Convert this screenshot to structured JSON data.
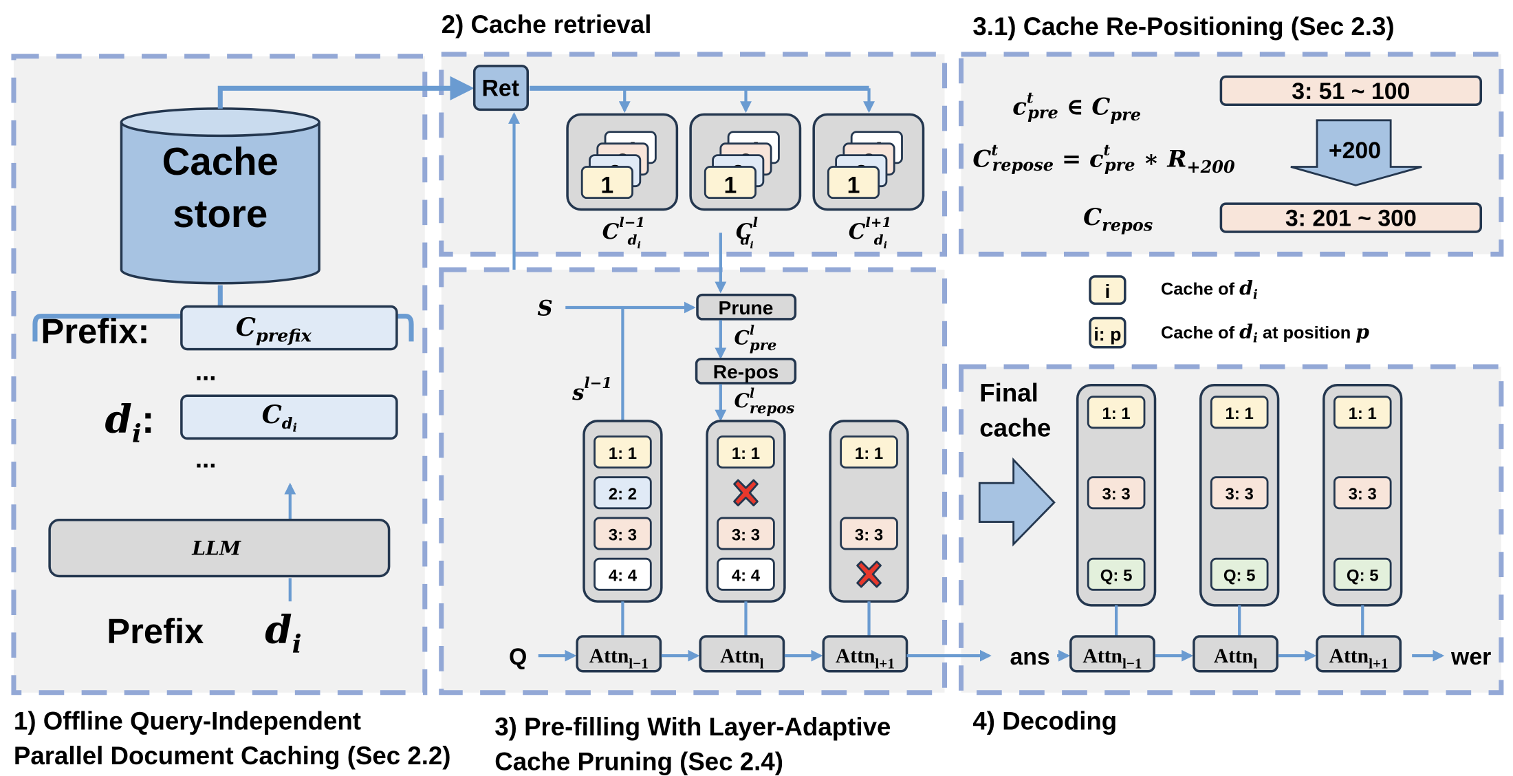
{
  "panels": {
    "offline": {
      "caption_line1": "1) Offline Query-Independent",
      "caption_line2": "Parallel Document Caching (Sec 2.2)",
      "cache_store_line1": "Cache",
      "cache_store_line2": "store",
      "prefix_label": "Prefix:",
      "prefix_cache": "C",
      "prefix_cache_sub": "prefix",
      "ellipsis": "...",
      "doc_label": "d",
      "doc_label_sub": "i",
      "doc_label_colon": ":",
      "doc_cache": "C",
      "doc_cache_sub": "d",
      "doc_cache_subsub": "i",
      "llm_label": "LLM",
      "input_prefix": "Prefix",
      "input_doc": "d",
      "input_doc_sub": "i"
    },
    "retrieval": {
      "caption": "2) Cache retrieval",
      "ret_label": "Ret",
      "stack_numbers": [
        "4",
        "3",
        "2",
        "1"
      ],
      "layers": [
        {
          "name": "C",
          "sup": "l−1",
          "sub": "d",
          "subsub": "i"
        },
        {
          "name": "C",
          "sup": "l",
          "sub": "d",
          "subsub": "i"
        },
        {
          "name": "C",
          "sup": "l+1",
          "sub": "d",
          "subsub": "i"
        }
      ]
    },
    "prefill": {
      "caption_line1": "3) Pre-filling With Layer-Adaptive",
      "caption_line2": "Cache Pruning (Sec 2.4)",
      "s_label": "S",
      "s_prev_label": "s",
      "s_prev_sup": "l−1",
      "prune_label": "Prune",
      "cpre_label": "C",
      "cpre_sup": "l",
      "cpre_sub": "pre",
      "repos_label": "Re-pos",
      "crepos_label": "C",
      "crepos_sup": "l",
      "crepos_sub": "repos",
      "query_label": "Q",
      "columns": [
        {
          "cells": [
            "1: 1",
            "2: 2",
            "3: 3",
            "4: 4"
          ],
          "pruned": []
        },
        {
          "cells": [
            "1: 1",
            "",
            "3: 3",
            "4: 4"
          ],
          "pruned": [
            1
          ]
        },
        {
          "cells": [
            "1: 1",
            "",
            "3: 3",
            ""
          ],
          "pruned": [
            3
          ]
        }
      ],
      "attn": [
        {
          "base": "Attn",
          "sub": "l−1"
        },
        {
          "base": "Attn",
          "sub": "l"
        },
        {
          "base": "Attn",
          "sub": "l+1"
        }
      ]
    },
    "repositioning": {
      "caption": "3.1) Cache Re-Positioning (Sec 2.3)",
      "eq1": "c",
      "eq1_sup": "t",
      "eq1_sub": "pre",
      "eq1_rest": " ∈ C",
      "eq1_rest_sub": "pre",
      "eq2_lhs": "C",
      "eq2_lhs_sup": "t",
      "eq2_lhs_sub": "repose",
      "eq2_mid": " = c",
      "eq2_mid_sup": "t",
      "eq2_mid_sub": "pre",
      "eq2_rhs": " ∗ R",
      "eq2_rhs_sub": "+200",
      "eq3": "C",
      "eq3_sub": "repos",
      "before_range": "3: 51 ~ 100",
      "shift_label": "+200",
      "after_range": "3: 201 ~ 300"
    },
    "legend": {
      "item1_swatch": "i",
      "item1_text": "Cache of ",
      "item1_var": "d",
      "item1_sub": "i",
      "item2_swatch": "i: p",
      "item2_text": "Cache of ",
      "item2_var": "d",
      "item2_sub": "i",
      "item2_tail": " at position ",
      "item2_p": "p"
    },
    "decoding": {
      "caption": "4) Decoding",
      "final_line1": "Final",
      "final_line2": "cache",
      "ans_label": "ans",
      "out_label": "wer",
      "columns": [
        {
          "cells": [
            "1: 1",
            "3: 3",
            "Q: 5"
          ]
        },
        {
          "cells": [
            "1: 1",
            "3: 3",
            "Q: 5"
          ]
        },
        {
          "cells": [
            "1: 1",
            "3: 3",
            "Q: 5"
          ]
        }
      ],
      "attn": [
        {
          "base": "Attn",
          "sub": "l−1"
        },
        {
          "base": "Attn",
          "sub": "l"
        },
        {
          "base": "Attn",
          "sub": "l+1"
        }
      ]
    }
  },
  "colors": {
    "doc1": "#fdf3d5",
    "doc2": "#e0eaf6",
    "doc3": "#f8e5da",
    "doc4": "#ffffff",
    "query": "#e3f0dc",
    "node": "#d9d9d9",
    "accent": "#6a9bd1",
    "store": "#a7c3e2",
    "prune_x": "#e8382c"
  }
}
